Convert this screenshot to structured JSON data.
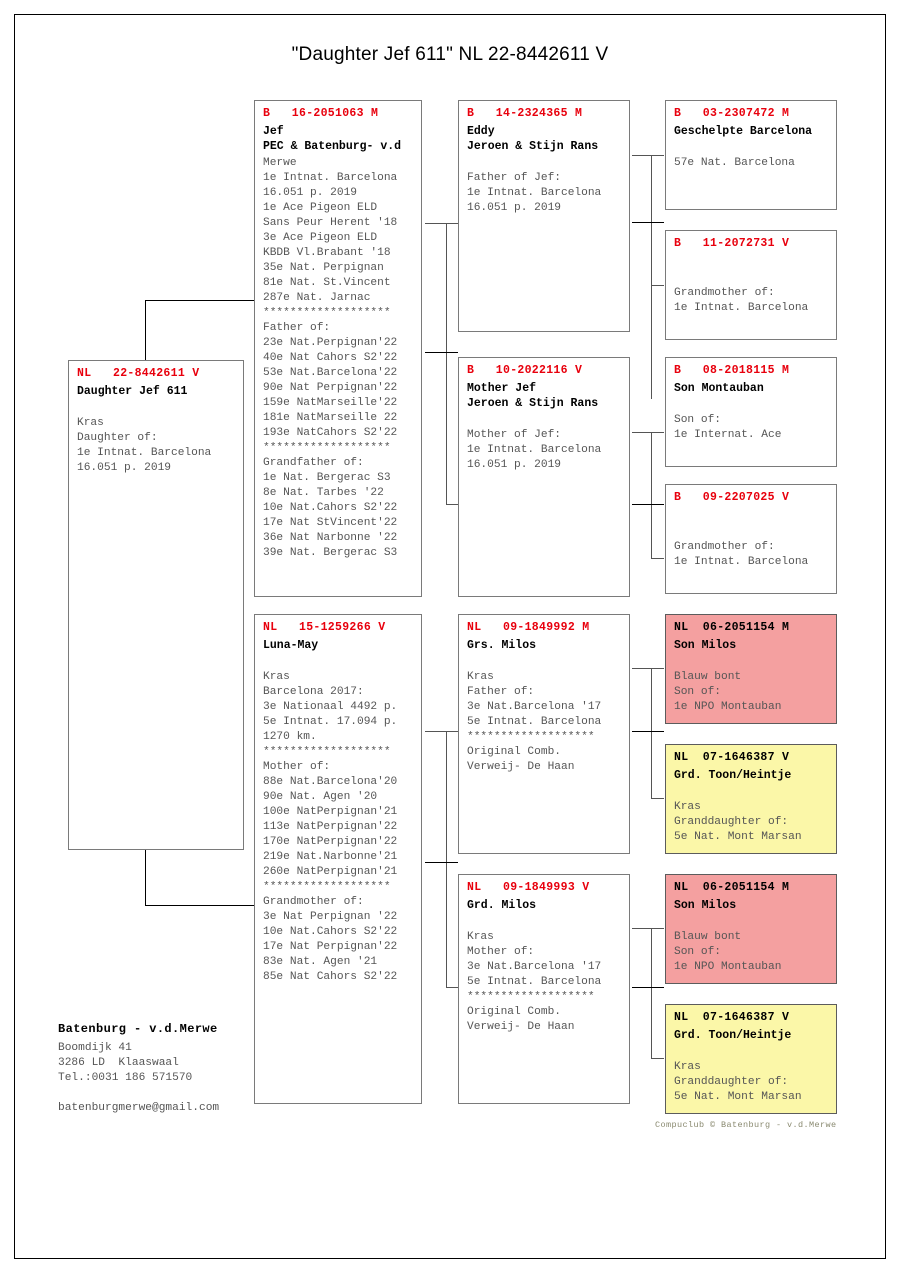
{
  "page": {
    "title": "\"Daughter Jef 611\"  NL  22-8442611 V",
    "credit": "Compuclub © Batenburg - v.d.Merwe"
  },
  "colors": {
    "id_red": "#e8000d",
    "pink_box": "#f4a0a0",
    "yellow_box": "#fbf7a8",
    "body_text": "#555555",
    "border": "#7a7a7a"
  },
  "footer": {
    "breeder": "Batenburg - v.d.Merwe",
    "address": "Boomdijk 41\n3286 LD  Klaaswaal\nTel.:0031 186 571570",
    "email": "batenburgmerwe@gmail.com"
  },
  "subject": {
    "id": "NL   22-8442611 V",
    "name": "Daughter Jef 611",
    "details": "Kras\nDaughter of:\n1e Intnat. Barcelona\n16.051 p. 2019"
  },
  "generation1": {
    "sire": {
      "id": "B   16-2051063 M",
      "name": "Jef\nPEC & Batenburg- v.d",
      "details": "Merwe\n1e Intnat. Barcelona\n16.051 p. 2019\n1e Ace Pigeon ELD\nSans Peur Herent '18\n3e Ace Pigeon ELD\nKBDB Vl.Brabant '18\n35e Nat. Perpignan\n81e Nat. St.Vincent\n287e Nat. Jarnac\n*******************\nFather of:\n23e Nat.Perpignan'22\n40e Nat Cahors S2'22\n53e Nat.Barcelona'22\n90e Nat Perpignan'22\n159e NatMarseille'22\n181e NatMarseille 22\n193e NatCahors S2'22\n*******************\nGrandfather of:\n1e Nat. Bergerac S3\n8e Nat. Tarbes '22\n10e Nat.Cahors S2'22\n17e Nat StVincent'22\n36e Nat Narbonne '22\n39e Nat. Bergerac S3"
    },
    "dam": {
      "id": "NL   15-1259266 V",
      "name": "Luna-May",
      "details": "Kras\nBarcelona 2017:\n3e Nationaal 4492 p.\n5e Intnat. 17.094 p.\n1270 km.\n*******************\nMother of:\n88e Nat.Barcelona'20\n90e Nat. Agen '20\n100e NatPerpignan'21\n113e NatPerpignan'22\n170e NatPerpignan'22\n219e Nat.Narbonne'21\n260e NatPerpignan'21\n*******************\nGrandmother of:\n3e Nat Perpignan '22\n10e Nat.Cahors S2'22\n17e Nat Perpignan'22\n83e Nat. Agen '21\n85e Nat Cahors S2'22"
    }
  },
  "generation2": {
    "sire_sire": {
      "id": "B   14-2324365 M",
      "name": "Eddy\nJeroen & Stijn Rans",
      "details": "Father of Jef:\n1e Intnat. Barcelona\n16.051 p. 2019"
    },
    "sire_dam": {
      "id": "B   10-2022116 V",
      "name": "Mother Jef\nJeroen & Stijn Rans",
      "details": "Mother of Jef:\n1e Intnat. Barcelona\n16.051 p. 2019"
    },
    "dam_sire": {
      "id": "NL   09-1849992 M",
      "name": "Grs. Milos",
      "details": "Kras\nFather of:\n3e Nat.Barcelona '17\n5e Intnat. Barcelona\n*******************\nOriginal Comb.\nVerweij- De Haan"
    },
    "dam_dam": {
      "id": "NL   09-1849993 V",
      "name": "Grd. Milos",
      "details": "Kras\nMother of:\n3e Nat.Barcelona '17\n5e Intnat. Barcelona\n*******************\nOriginal Comb.\nVerweij- De Haan"
    }
  },
  "generation3": {
    "ss_sire": {
      "id": "B   03-2307472 M",
      "name": "Geschelpte Barcelona",
      "details": "57e Nat. Barcelona",
      "color": "white"
    },
    "ss_dam": {
      "id": "B   11-2072731 V",
      "name": "",
      "details": "Grandmother of:\n1e Intnat. Barcelona",
      "color": "white"
    },
    "sd_sire": {
      "id": "B   08-2018115 M",
      "name": "Son Montauban",
      "details": "Son of:\n1e Internat. Ace",
      "color": "white"
    },
    "sd_dam": {
      "id": "B   09-2207025 V",
      "name": "",
      "details": "Grandmother of:\n1e Intnat. Barcelona",
      "color": "white"
    },
    "ds_sire": {
      "id": "NL  06-2051154 M",
      "name": "Son Milos",
      "details": "Blauw bont\nSon of:\n1e NPO Montauban",
      "color": "pink"
    },
    "ds_dam": {
      "id": "NL  07-1646387 V",
      "name": "Grd. Toon/Heintje",
      "details": "Kras\nGranddaughter of:\n5e Nat. Mont Marsan",
      "color": "yellow"
    },
    "dd_sire": {
      "id": "NL  06-2051154 M",
      "name": "Son Milos",
      "details": "Blauw bont\nSon of:\n1e NPO Montauban",
      "color": "pink"
    },
    "dd_dam": {
      "id": "NL  07-1646387 V",
      "name": "Grd. Toon/Heintje",
      "details": "Kras\nGranddaughter of:\n5e Nat. Mont Marsan",
      "color": "yellow"
    }
  }
}
